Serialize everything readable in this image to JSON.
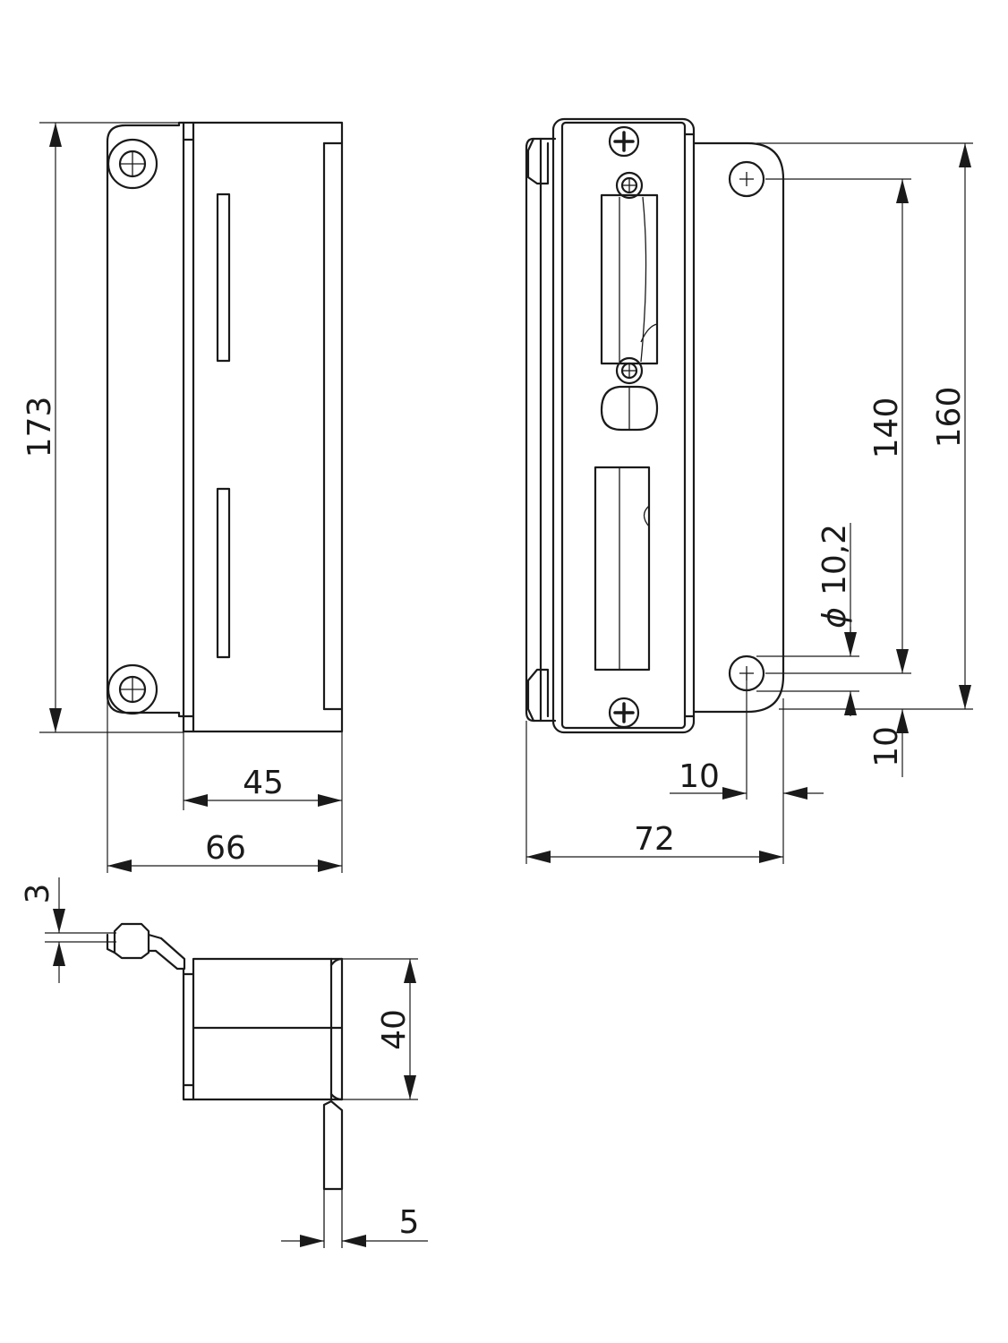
{
  "dimensions": {
    "height_173": "173",
    "width_45": "45",
    "width_66": "66",
    "height_140": "140",
    "height_160": "160",
    "hole_diameter": "10,2",
    "diameter_symbol": "ϕ",
    "edge_offset_vertical": "10",
    "edge_offset_horizontal": "10",
    "width_72": "72",
    "thickness_3": "3",
    "depth_40": "40",
    "plate_5": "5"
  }
}
